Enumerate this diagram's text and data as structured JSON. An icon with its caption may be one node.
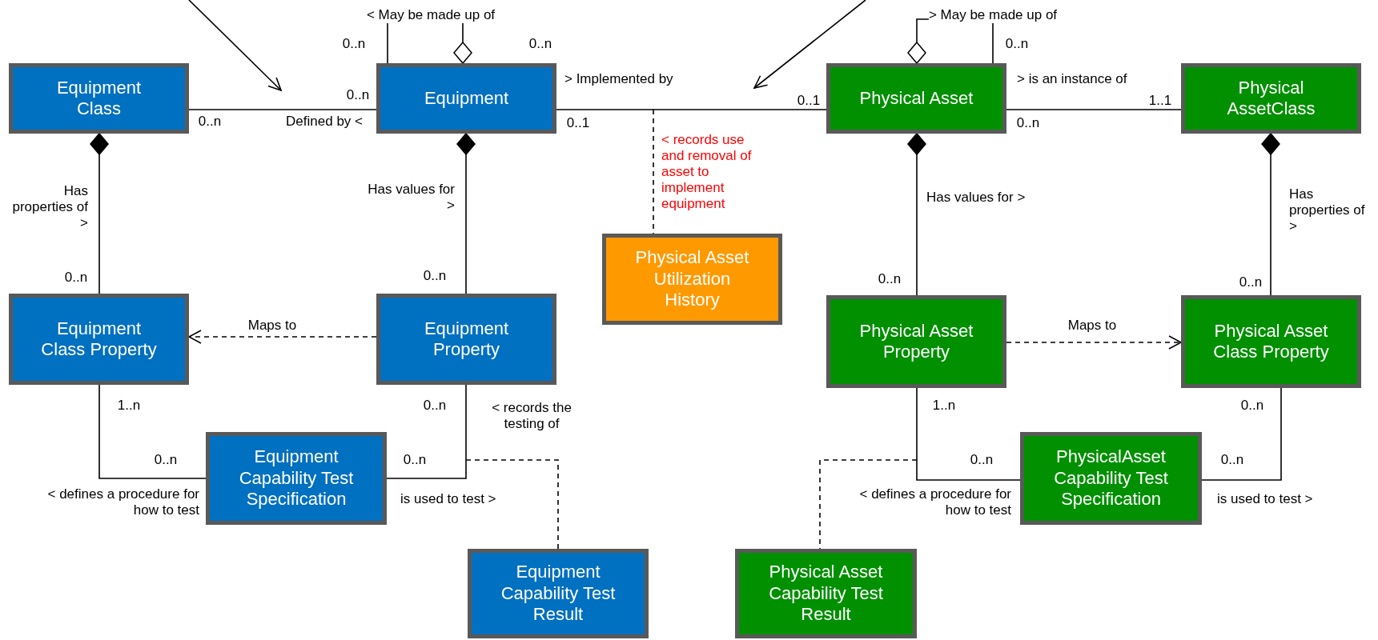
{
  "diagram": {
    "nodes": [
      {
        "text": [
          "Equipment Class"
        ]
      },
      {
        "text": [
          "Equipment"
        ]
      },
      {
        "text": [
          "Physical Asset"
        ]
      },
      {
        "text": [
          "Physical AssetClass"
        ]
      },
      {
        "text": [
          "Physical Asset Utilization History"
        ]
      },
      {
        "text": [
          "Equipment Class Property"
        ]
      },
      {
        "text": [
          "Equipment Property"
        ]
      },
      {
        "text": [
          "Physical Asset Property"
        ]
      },
      {
        "text": [
          "Physical Asset Class Property"
        ]
      },
      {
        "text": [
          "Equipment Capability Test Specification"
        ]
      },
      {
        "text": [
          "PhysicalAsset Capability Test Specification"
        ]
      },
      {
        "text": [
          "Equipment Capability Test Result"
        ]
      },
      {
        "text": [
          "Physical Asset Capability Test Result"
        ]
      }
    ],
    "edges": [
      {
        "from": 1,
        "to": 1,
        "arrow": "other",
        "label": "< May be made up of"
      },
      {
        "from": 0,
        "to": 1,
        "arrow": "none",
        "label": "Defined by <"
      },
      {
        "from": 1,
        "to": 2,
        "arrow": "none",
        "label": "> Implemented by"
      },
      {
        "from": 2,
        "to": 2,
        "arrow": "other",
        "label": "> May be made up of"
      },
      {
        "from": 2,
        "to": 3,
        "arrow": "none",
        "label": "> is an instance of"
      },
      {
        "from": 0,
        "to": 5,
        "arrow": "other",
        "label": "Has properties of >"
      },
      {
        "from": 1,
        "to": 6,
        "arrow": "other",
        "label": "Has values for >"
      },
      {
        "from": 2,
        "to": 7,
        "arrow": "other",
        "label": "Has values for >"
      },
      {
        "from": 3,
        "to": 8,
        "arrow": "other",
        "label": "Has properties of >"
      },
      {
        "from": 6,
        "to": 5,
        "arrow": "to",
        "label": "Maps to",
        "style": "dashed"
      },
      {
        "from": 7,
        "to": 8,
        "arrow": "to",
        "label": "Maps to",
        "style": "dashed"
      },
      {
        "from": 5,
        "to": 9,
        "arrow": "none",
        "label": "< defines a procedure for how to test"
      },
      {
        "from": 6,
        "to": 9,
        "arrow": "none",
        "label": "is used to test >"
      },
      {
        "from": 7,
        "to": 10,
        "arrow": "none",
        "label": "< defines a procedure for how to test"
      },
      {
        "from": 8,
        "to": 10,
        "arrow": "none",
        "label": "is used to test >"
      },
      {
        "from": null,
        "to": 4,
        "arrow": "none",
        "label": "< records use and removal of asset to implement equipment",
        "style": "dashed"
      },
      {
        "from": null,
        "to": 11,
        "arrow": "none",
        "label": "< records the testing of",
        "style": "dashed"
      },
      {
        "from": null,
        "to": 12,
        "arrow": "none",
        "style": "dashed"
      }
    ],
    "labels": [
      "0..n",
      "0..n",
      "0..n",
      "0..n",
      "0..1",
      "1..1",
      "0..n",
      "0..1",
      "0..n",
      "0..n",
      "0..n",
      "0..n",
      "0..n",
      "1..n",
      "0..n",
      "1..n",
      "0..n",
      "0..n",
      "0..n",
      "0..n",
      "0..n"
    ]
  }
}
